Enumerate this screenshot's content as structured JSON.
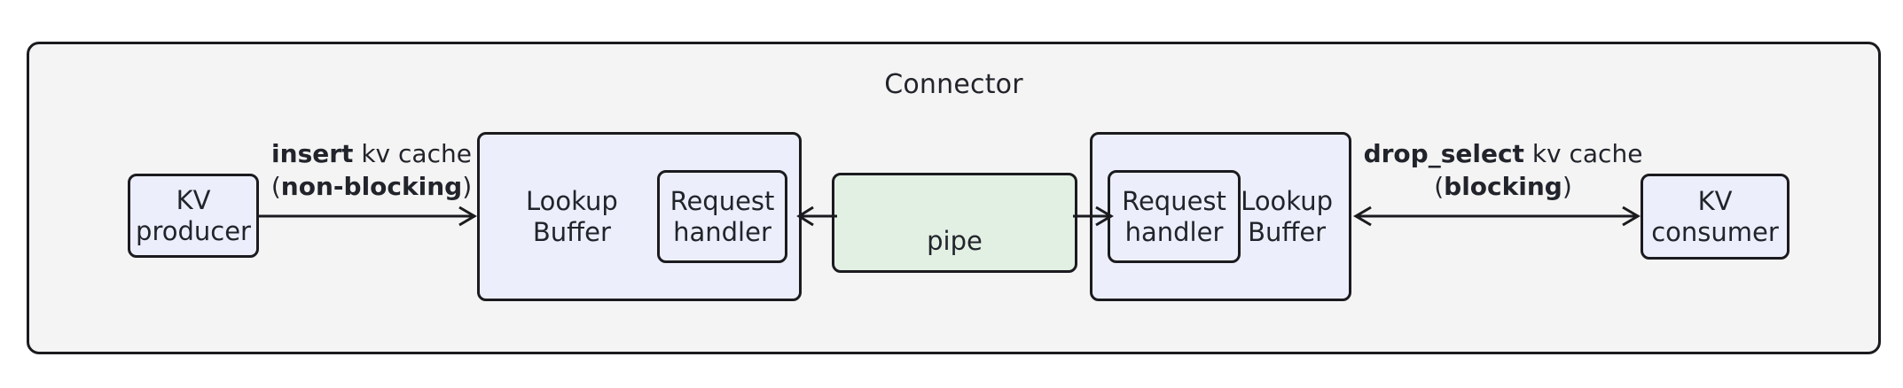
{
  "diagram": {
    "type": "architecture-flow",
    "container": {
      "title": "Connector",
      "fill": "#f4f4f4",
      "stroke": "#1b1b1f"
    },
    "nodes": [
      {
        "id": "kv-producer",
        "label": "KV\nproducer",
        "fill": "#eceffb"
      },
      {
        "id": "lookup-buffer-left",
        "label": "Lookup\nBuffer",
        "fill": "#eceffb"
      },
      {
        "id": "request-handler-left",
        "label": "Request\nhandler",
        "fill": "#eceffb"
      },
      {
        "id": "pipe",
        "label": "pipe",
        "fill": "#e2f0e3"
      },
      {
        "id": "request-handler-right",
        "label": "Request\nhandler",
        "fill": "#eceffb"
      },
      {
        "id": "lookup-buffer-right",
        "label": "Lookup\nBuffer",
        "fill": "#eceffb"
      },
      {
        "id": "kv-consumer",
        "label": "KV\nconsumer",
        "fill": "#eceffb"
      }
    ],
    "edges": [
      {
        "id": "edge-insert",
        "from": "kv-producer",
        "to": "lookup-buffer-left",
        "direction": "forward",
        "label_line1_bold": "insert",
        "label_line1_rest": " kv cache",
        "label_line2_prefix": "(",
        "label_line2_bold": "non-blocking",
        "label_line2_suffix": ")"
      },
      {
        "id": "edge-pipe-left",
        "from": "pipe",
        "to": "lookup-buffer-left",
        "direction": "backward",
        "label_line1_bold": "",
        "label_line1_rest": "",
        "label_line2_prefix": "",
        "label_line2_bold": "",
        "label_line2_suffix": ""
      },
      {
        "id": "edge-pipe-right",
        "from": "pipe",
        "to": "request-handler-right",
        "direction": "forward",
        "label_line1_bold": "",
        "label_line1_rest": "",
        "label_line2_prefix": "",
        "label_line2_bold": "",
        "label_line2_suffix": ""
      },
      {
        "id": "edge-drop-select",
        "from": "lookup-buffer-right",
        "to": "kv-consumer",
        "direction": "bidirectional",
        "label_line1_bold": "drop_select",
        "label_line1_rest": " kv cache",
        "label_line2_prefix": "(",
        "label_line2_bold": "blocking",
        "label_line2_suffix": ")"
      }
    ]
  }
}
